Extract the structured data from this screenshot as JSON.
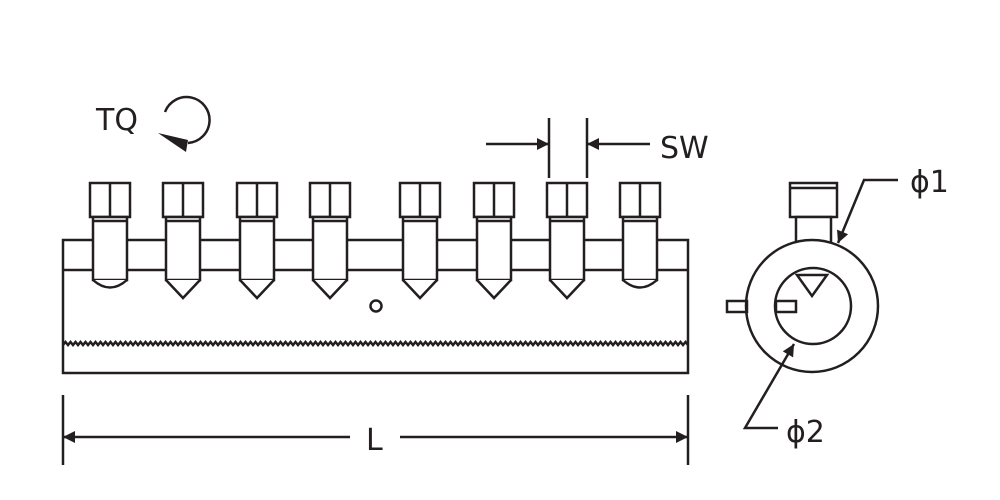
{
  "labels": {
    "torque": "TQ",
    "socket_width": "SW",
    "length": "L",
    "outer_diameter": "ϕ1",
    "inner_diameter": "ϕ2"
  },
  "bolts": [
    {
      "tip": "round"
    },
    {
      "tip": "cone"
    },
    {
      "tip": "cone"
    },
    {
      "tip": "cone"
    },
    {
      "tip": "cone"
    },
    {
      "tip": "cone"
    },
    {
      "tip": "cone"
    },
    {
      "tip": "round"
    }
  ],
  "colors": {
    "line": "#231f20",
    "background": "#ffffff"
  }
}
